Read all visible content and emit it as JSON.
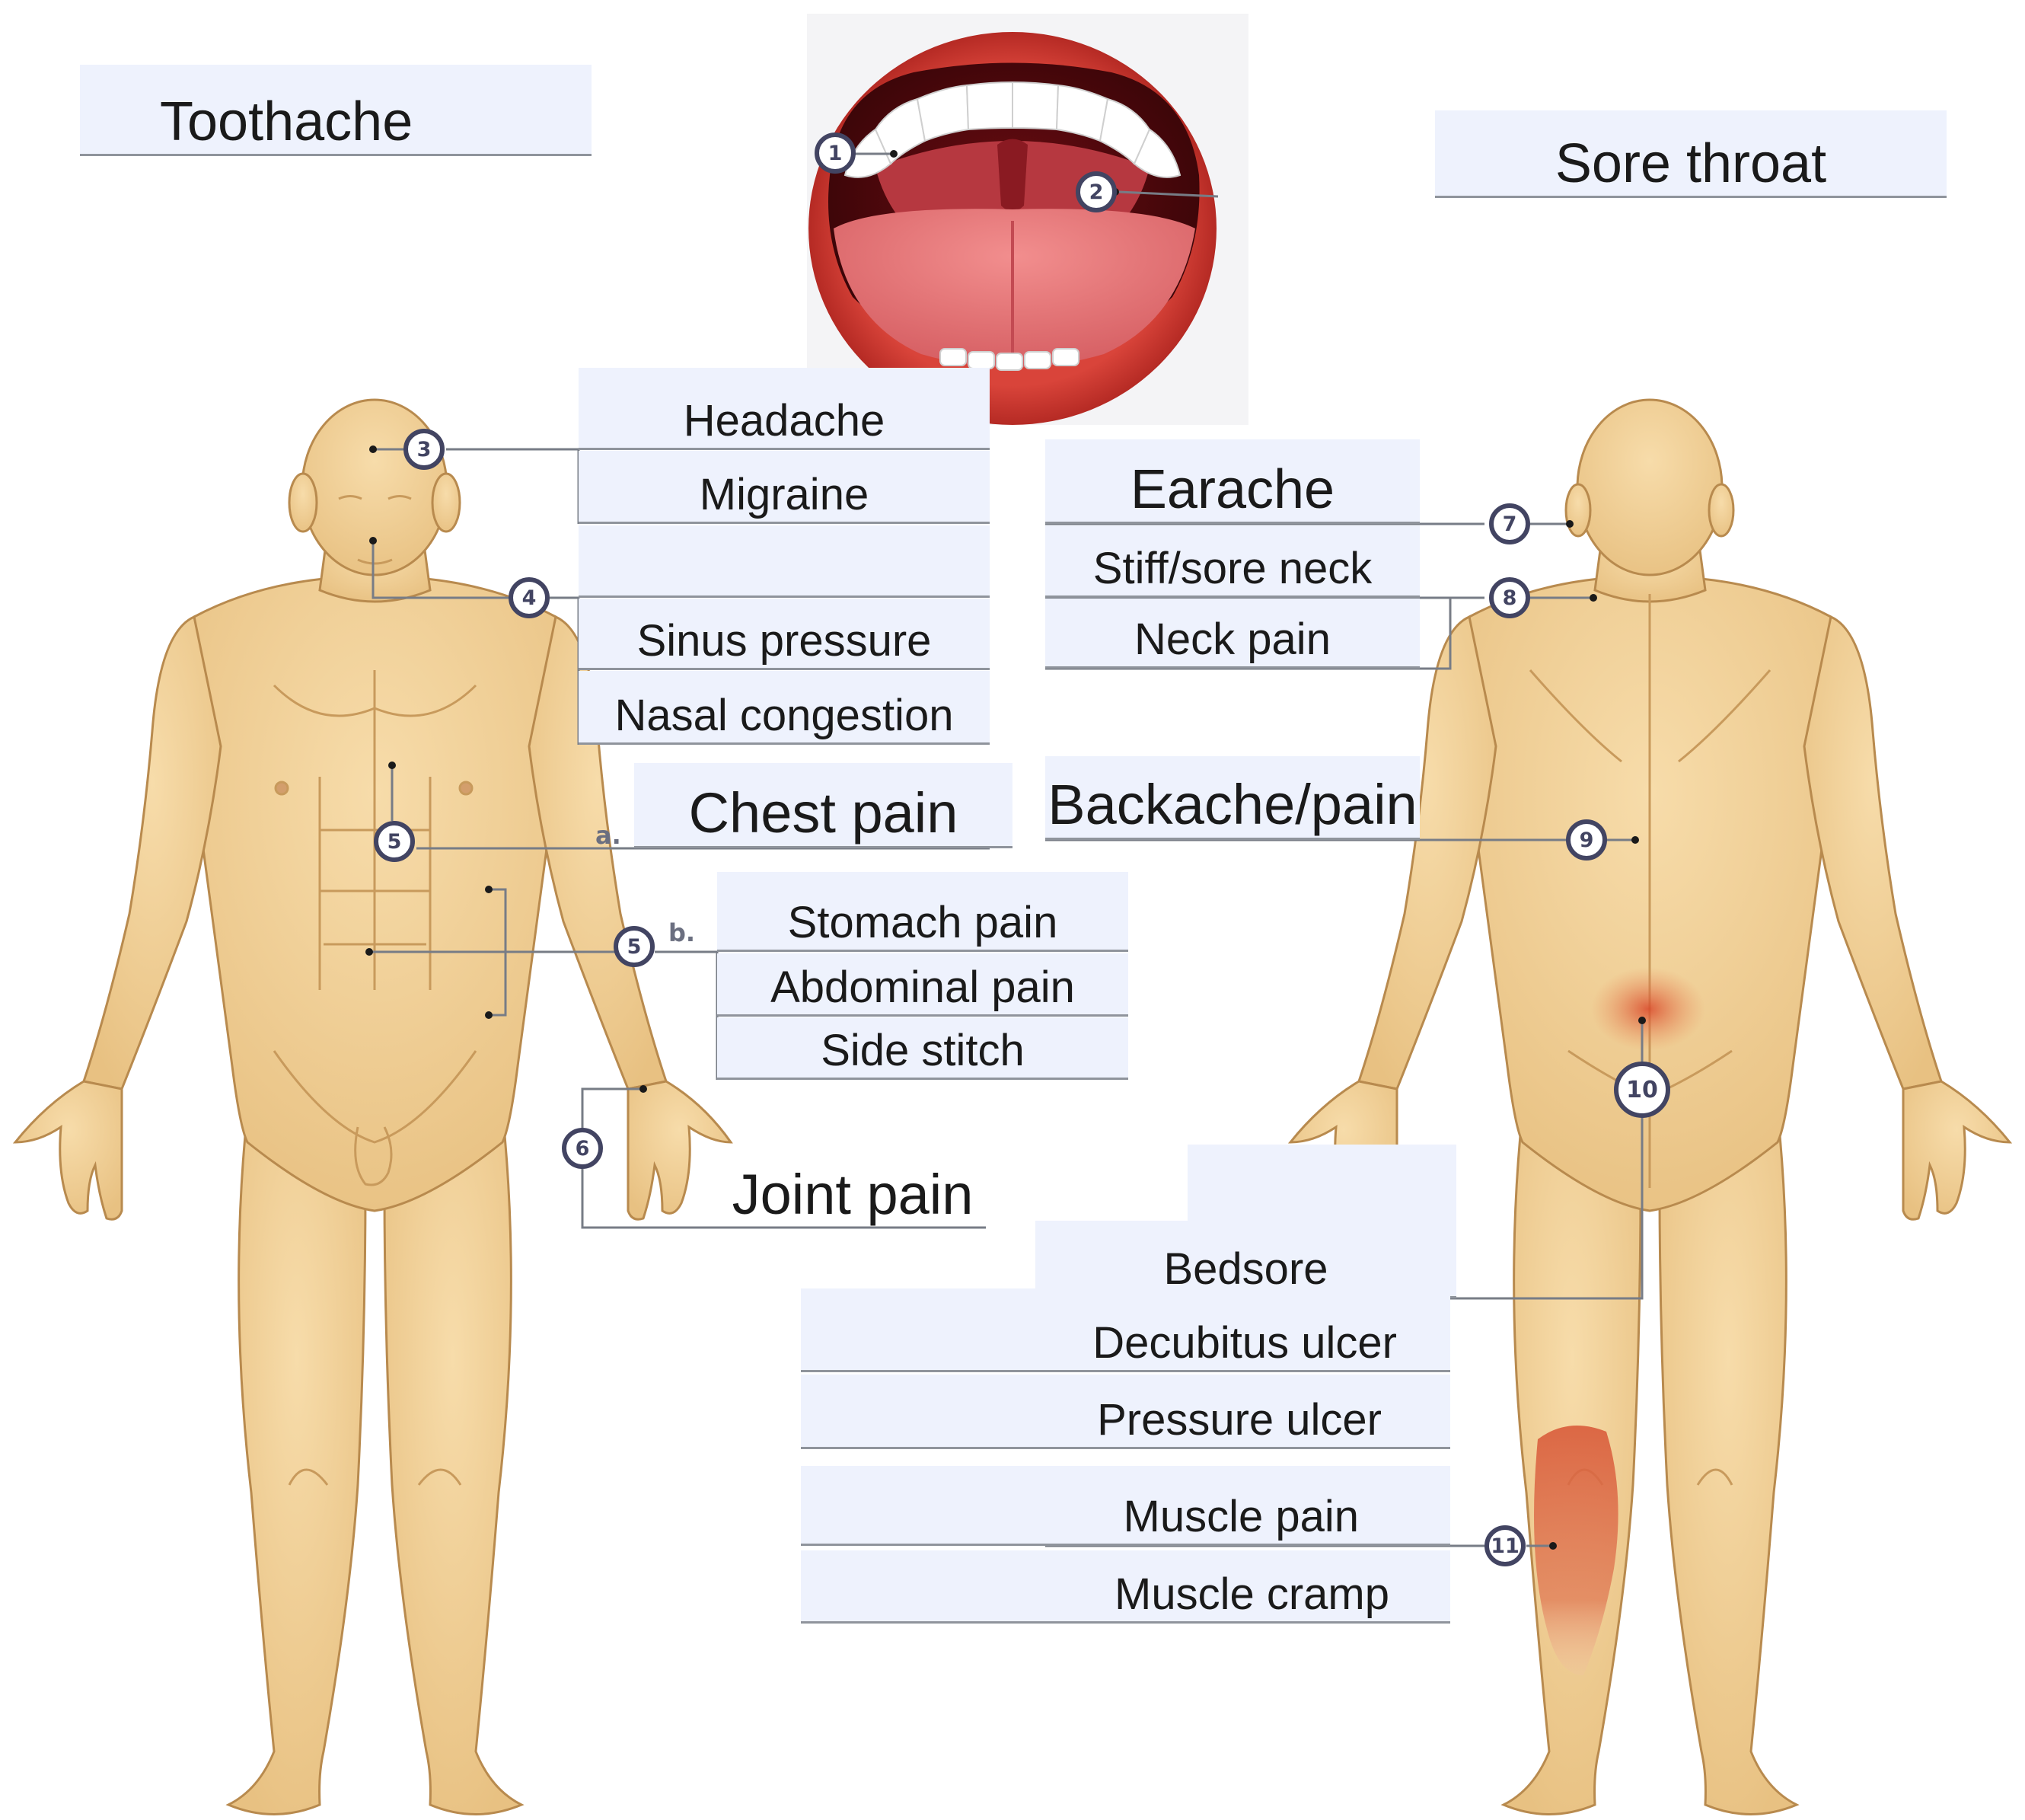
{
  "labels": {
    "toothache": "Toothache",
    "sore_throat": "Sore throat",
    "headache": "Headache",
    "migraine": "Migraine",
    "sinus_pressure": "Sinus pressure",
    "nasal_congestion": "Nasal congestion",
    "earache": "Earache",
    "stiff_sore_neck": "Stiff/sore neck",
    "neck_pain": "Neck pain",
    "chest_pain": "Chest pain",
    "backache_pain": "Backache/pain",
    "stomach_pain": "Stomach pain",
    "abdominal_pain": "Abdominal pain",
    "side_stitch": "Side stitch",
    "joint_pain": "Joint pain",
    "bedsore": "Bedsore",
    "decubitus_ulcer": "Decubitus ulcer",
    "pressure_ulcer": "Pressure ulcer",
    "muscle_pain": "Muscle pain",
    "muscle_cramp": "Muscle cramp"
  },
  "markers": {
    "m1": "1",
    "m2": "2",
    "m3": "3",
    "m4": "4",
    "m5a": "5",
    "m5b": "5",
    "m6": "6",
    "m7": "7",
    "m8": "8",
    "m9": "9",
    "m10": "10",
    "m11": "11",
    "sub_a": "a.",
    "sub_b": "b."
  },
  "colors": {
    "skin": "#f3d39f",
    "skin_shadow": "#d8ad6e",
    "outline": "#b88a4e",
    "label_bg": "#eef2fd",
    "label_line": "#8f949c",
    "badge_ring": "#424462",
    "inflammation": "#e0603a"
  }
}
